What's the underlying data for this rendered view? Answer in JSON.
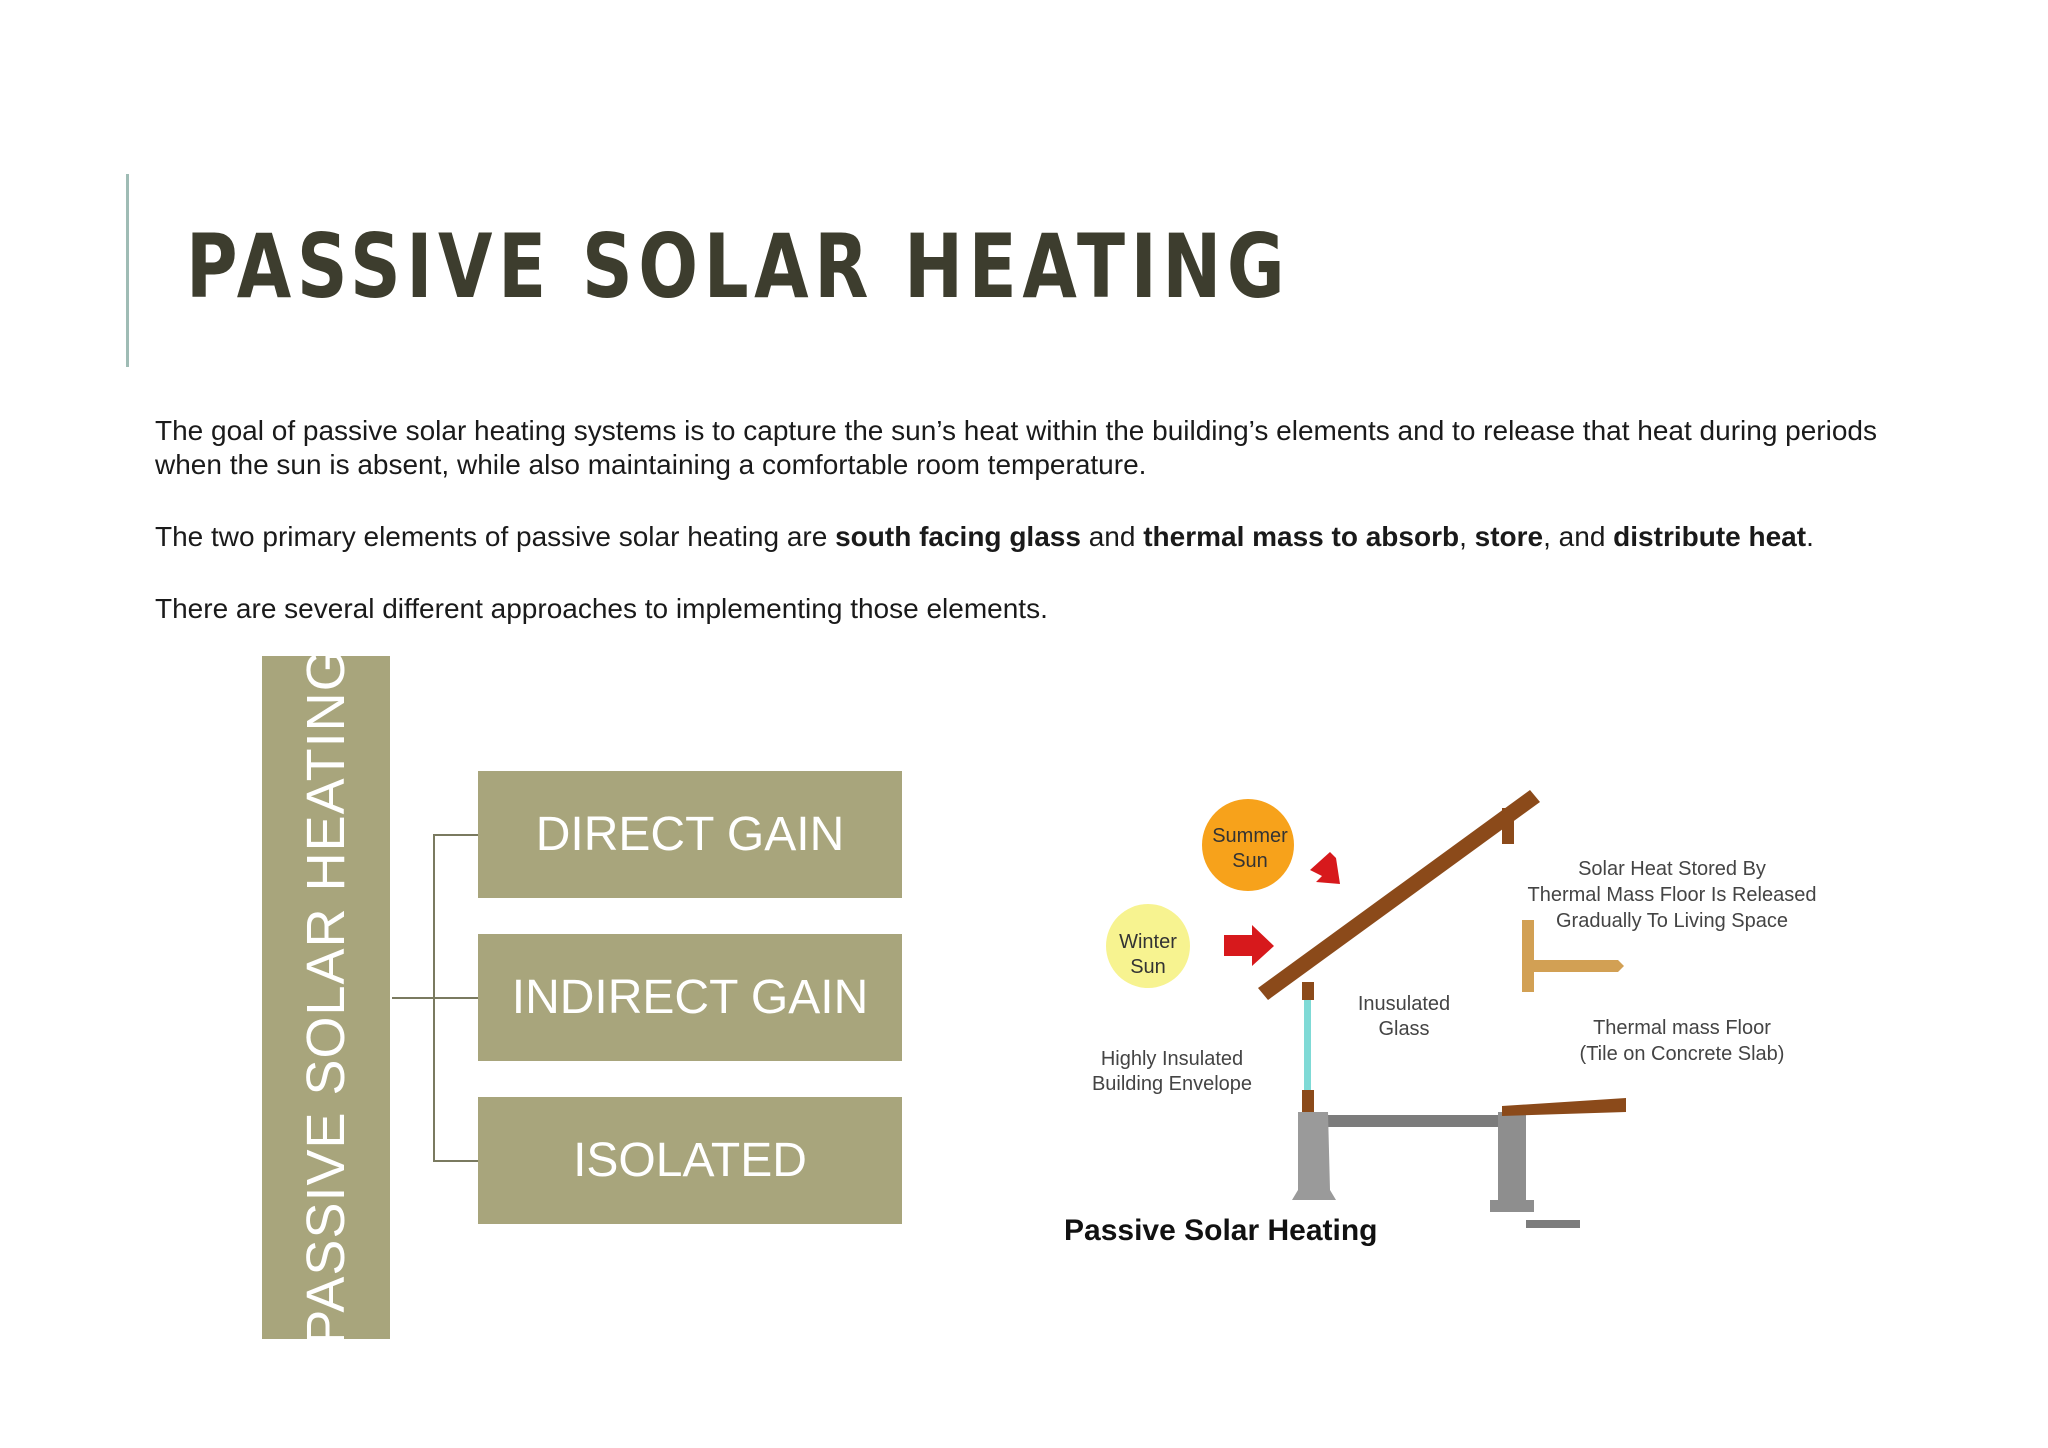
{
  "title": "PASSIVE SOLAR HEATING",
  "paragraph1": "The goal of passive solar heating systems is to capture the sun’s heat within the building’s elements and to release that heat during periods when the sun is absent, while also maintaining a comfortable room temperature.",
  "paragraph2": {
    "t1": "The two primary elements of passive solar heating are ",
    "b1": "south facing glass",
    "t2": " and ",
    "b2": "thermal mass to absorb",
    "t3": ", ",
    "b3": "store",
    "t4": ", and ",
    "b4": "distribute heat",
    "t5": "."
  },
  "paragraph3": "There are several different approaches to implementing those elements.",
  "smartart": {
    "root_label": "PASSIVE SOLAR HEATING",
    "items": [
      "DIRECT GAIN",
      "INDIRECT GAIN",
      "ISOLATED"
    ],
    "fill_color": "#a8a57c"
  },
  "diagram": {
    "summer_sun": [
      "Summer",
      "Sun"
    ],
    "winter_sun": [
      "Winter",
      "Sun"
    ],
    "insulated_glass": [
      "Inusulated",
      "Glass"
    ],
    "envelope": [
      "Highly Insulated",
      "Building Envelope"
    ],
    "stored_heat": [
      "Solar Heat Stored By",
      "Thermal Mass Floor Is Released",
      "Gradually To Living Space"
    ],
    "floor": [
      "Thermal mass Floor",
      "(Tile on Concrete Slab)"
    ],
    "caption": "Passive Solar Heating"
  }
}
